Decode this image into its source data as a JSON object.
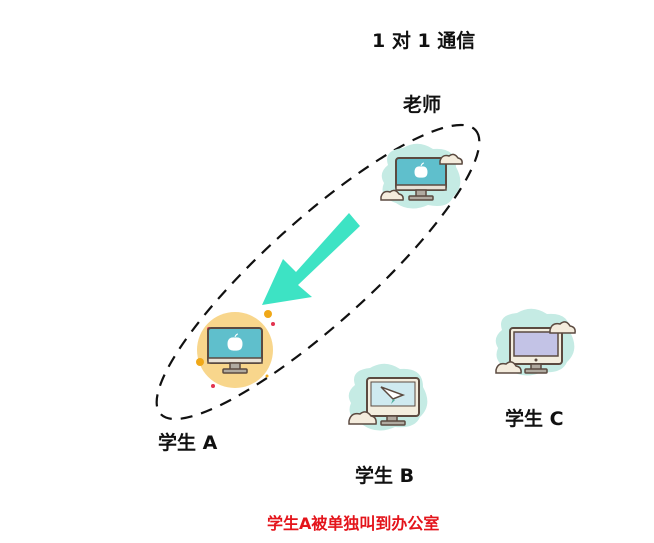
{
  "title": "1 对 1 通信",
  "nodes": {
    "teacher": {
      "label": "老师",
      "icon": "computer-apple-icon"
    },
    "student_a": {
      "label": "学生 A",
      "icon": "computer-apple-icon"
    },
    "student_b": {
      "label": "学生 B",
      "icon": "computer-paper-plane-icon"
    },
    "student_c": {
      "label": "学生 C",
      "icon": "computer-blank-icon"
    }
  },
  "caption": "学生A被单独叫到办公室",
  "colors": {
    "arrow": "#3de3c4",
    "caption": "#e4141b",
    "cloud_bg": "#c5ebe4",
    "highlight_bg": "#f8d68c",
    "screen_blue": "#5fbfcc",
    "screen_purple": "#c3c3e6"
  }
}
